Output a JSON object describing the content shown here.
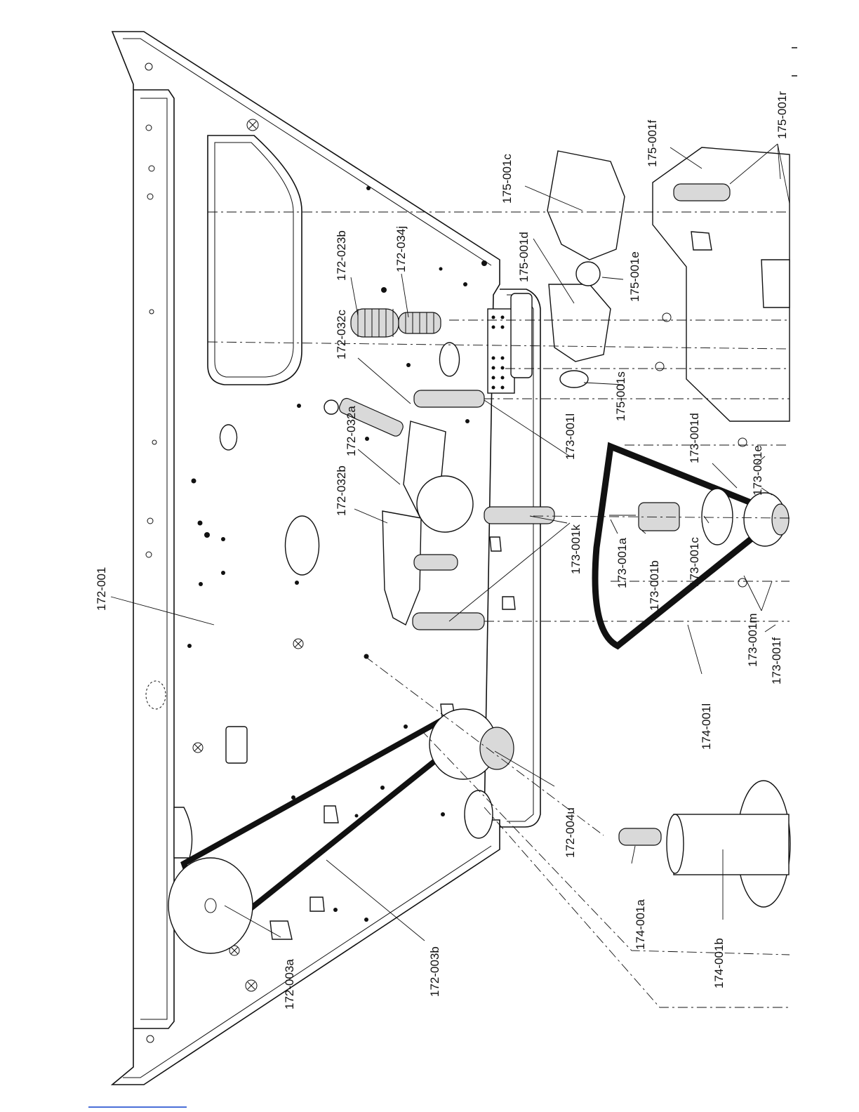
{
  "labels": {
    "p172_001": "172-001",
    "p172_023b": "172-023b",
    "p172_034j": "172-034j",
    "p172_032c": "172-032c",
    "p172_032a": "172-032a",
    "p172_032b": "172-032b",
    "p172_004u": "172-004u",
    "p172_003a": "172-003a",
    "p172_003b": "172-003b",
    "p173_001l": "173-001l",
    "p173_001k": "173-001k",
    "p173_001a": "173-001a",
    "p173_001b": "173-001b",
    "p173_001c": "173-001c",
    "p173_001d": "173-001d",
    "p173_001e": "173-001e",
    "p173_001m": "173-001m",
    "p173_001f": "173-001f",
    "p174_001l": "174-001l",
    "p174_001a": "174-001a",
    "p174_001b": "174-001b",
    "p175_001c": "175-001c",
    "p175_001d": "175-001d",
    "p175_001e": "175-001e",
    "p175_001s": "175-001s",
    "p175_001f": "175-001f",
    "p175_001r": "175-001r"
  },
  "colors": {
    "ink": "#111111",
    "paper": "#ffffff",
    "rule": "#4a6fd8"
  }
}
